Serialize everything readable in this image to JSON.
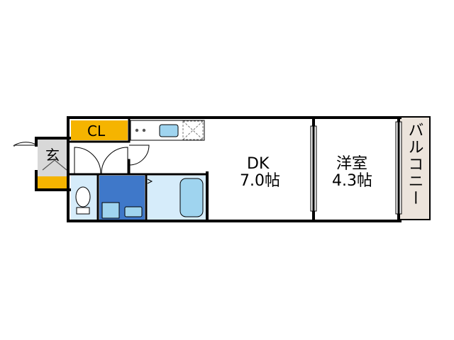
{
  "labels": {
    "closet": "CL",
    "entrance": "玄",
    "dk_name": "DK",
    "dk_size": "7.0帖",
    "western_name": "洋室",
    "western_size": "4.3帖",
    "balcony": "バルコニー"
  },
  "colors": {
    "wall": "#000000",
    "closet_fill": "#f5b400",
    "bath_fill": "#d6ecfa",
    "fixture_fill": "#9fd4ef",
    "washroom_fill": "#3f78c9",
    "entrance_floor": "#d8d8d8",
    "balcony_fill": "#ece4dc"
  }
}
